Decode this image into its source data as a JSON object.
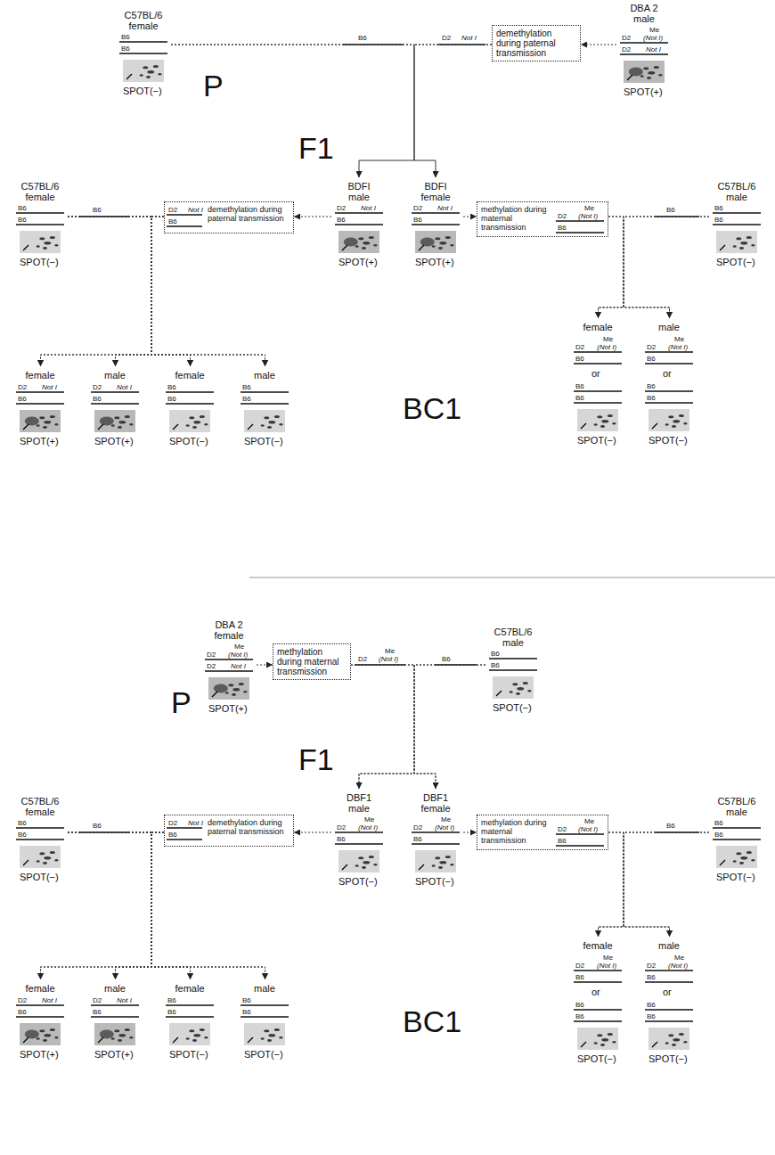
{
  "diagram": {
    "nodes": [
      {
        "text": [
          "C57BL/6 female",
          "B6",
          "B6",
          "SPOT(−)"
        ]
      },
      {
        "text": [
          "demethylation during paternal transmission"
        ]
      },
      {
        "text": [
          "DBA 2 male",
          "D2",
          "Me",
          "(Not I)",
          "D2",
          "Not I",
          "SPOT(+)"
        ]
      },
      {
        "text": [
          "C57BL/6 female",
          "B6",
          "B6",
          "SPOT(−)"
        ]
      },
      {
        "text": [
          "D2",
          "Not I",
          "B6",
          "demethylation during paternal transmission"
        ]
      },
      {
        "text": [
          "BDFI male",
          "D2",
          "Not I",
          "B6",
          "SPOT(+)"
        ]
      },
      {
        "text": [
          "BDFI female",
          "D2",
          "Not I",
          "B6",
          "SPOT(+)"
        ]
      },
      {
        "text": [
          "methylation during maternal transmission",
          "D2",
          "Me",
          "(Not I)",
          "B6"
        ]
      },
      {
        "text": [
          "C57BL/6 male",
          "B6",
          "B6",
          "SPOT(−)"
        ]
      },
      {
        "text": [
          "female",
          "D2",
          "Not I",
          "B6",
          "SPOT(+)"
        ]
      },
      {
        "text": [
          "male",
          "D2",
          "Not I",
          "B6",
          "SPOT(+)"
        ]
      },
      {
        "text": [
          "female",
          "B6",
          "B6",
          "SPOT(−)"
        ]
      },
      {
        "text": [
          "male",
          "B6",
          "B6",
          "SPOT(−)"
        ]
      },
      {
        "text": [
          "female",
          "D2",
          "Me",
          "(Not I)",
          "B6",
          "or",
          "B6",
          "B6",
          "SPOT(−)"
        ]
      },
      {
        "text": [
          "male",
          "D2",
          "Me",
          "(Not I)",
          "B6",
          "or",
          "B6",
          "B6",
          "SPOT(−)"
        ]
      },
      {
        "text": [
          "DBA 2 female",
          "D2",
          "Me",
          "(Not I)",
          "D2",
          "Not I",
          "SPOT(+)"
        ]
      },
      {
        "text": [
          "methylation during maternal transmission"
        ]
      },
      {
        "text": [
          "C57BL/6 male",
          "B6",
          "B6",
          "SPOT(−)"
        ]
      },
      {
        "text": [
          "C57BL/6 female",
          "B6",
          "B6",
          "SPOT(−)"
        ]
      },
      {
        "text": [
          "D2",
          "Not I",
          "B6",
          "demethylation during paternal transmission"
        ]
      },
      {
        "text": [
          "DBF1 male",
          "D2",
          "Me",
          "(Not I)",
          "B6",
          "SPOT(−)"
        ]
      },
      {
        "text": [
          "DBF1 female",
          "D2",
          "Me",
          "(Not I)",
          "B6",
          "SPOT(−)"
        ]
      },
      {
        "text": [
          "methylation during maternal transmission",
          "D2",
          "Me",
          "(Not I)",
          "B6"
        ]
      },
      {
        "text": [
          "C57BL/6 male",
          "B6",
          "B6",
          "SPOT(−)"
        ]
      },
      {
        "text": [
          "female",
          "D2",
          "Not I",
          "B6",
          "SPOT(+)"
        ]
      },
      {
        "text": [
          "male",
          "D2",
          "Not I",
          "B6",
          "SPOT(+)"
        ]
      },
      {
        "text": [
          "female",
          "B6",
          "B6",
          "SPOT(−)"
        ]
      },
      {
        "text": [
          "male",
          "B6",
          "B6",
          "SPOT(−)"
        ]
      },
      {
        "text": [
          "female",
          "D2",
          "Me",
          "(Not I)",
          "B6",
          "or",
          "B6",
          "B6",
          "SPOT(−)"
        ]
      },
      {
        "text": [
          "male",
          "D2",
          "Me",
          "(Not I)",
          "B6",
          "or",
          "B6",
          "B6",
          "SPOT(−)"
        ]
      }
    ],
    "edges": [
      {
        "from": 0,
        "to": 5,
        "arrow": "to"
      },
      {
        "from": 0,
        "to": 6,
        "arrow": "to"
      },
      {
        "from": 1,
        "to": 5,
        "arrow": "to"
      },
      {
        "from": 1,
        "to": 6,
        "arrow": "to"
      },
      {
        "from": 2,
        "to": 1,
        "arrow": "to"
      },
      {
        "from": 5,
        "to": 4,
        "arrow": "to"
      },
      {
        "from": 3,
        "to": 9,
        "arrow": "to"
      },
      {
        "from": 3,
        "to": 10,
        "arrow": "to"
      },
      {
        "from": 3,
        "to": 11,
        "arrow": "to"
      },
      {
        "from": 3,
        "to": 12,
        "arrow": "to"
      },
      {
        "from": 4,
        "to": 9,
        "arrow": "to"
      },
      {
        "from": 4,
        "to": 10,
        "arrow": "to"
      },
      {
        "from": 4,
        "to": 11,
        "arrow": "to"
      },
      {
        "from": 4,
        "to": 12,
        "arrow": "to"
      },
      {
        "from": 6,
        "to": 7,
        "arrow": "to"
      },
      {
        "from": 7,
        "to": 13,
        "arrow": "to"
      },
      {
        "from": 7,
        "to": 14,
        "arrow": "to"
      },
      {
        "from": 8,
        "to": 13,
        "arrow": "to"
      },
      {
        "from": 8,
        "to": 14,
        "arrow": "to"
      },
      {
        "from": 15,
        "to": 16,
        "arrow": "to"
      },
      {
        "from": 16,
        "to": 20,
        "arrow": "to"
      },
      {
        "from": 16,
        "to": 21,
        "arrow": "to"
      },
      {
        "from": 17,
        "to": 20,
        "arrow": "to"
      },
      {
        "from": 17,
        "to": 21,
        "arrow": "to"
      },
      {
        "from": 20,
        "to": 19,
        "arrow": "to"
      },
      {
        "from": 18,
        "to": 24,
        "arrow": "to"
      },
      {
        "from": 18,
        "to": 25,
        "arrow": "to"
      },
      {
        "from": 18,
        "to": 26,
        "arrow": "to"
      },
      {
        "from": 18,
        "to": 27,
        "arrow": "to"
      },
      {
        "from": 19,
        "to": 24,
        "arrow": "to"
      },
      {
        "from": 19,
        "to": 25,
        "arrow": "to"
      },
      {
        "from": 19,
        "to": 26,
        "arrow": "to"
      },
      {
        "from": 19,
        "to": 27,
        "arrow": "to"
      },
      {
        "from": 21,
        "to": 22,
        "arrow": "to"
      },
      {
        "from": 22,
        "to": 28,
        "arrow": "to"
      },
      {
        "from": 22,
        "to": 29,
        "arrow": "to"
      },
      {
        "from": 23,
        "to": 28,
        "arrow": "to"
      },
      {
        "from": 23,
        "to": 29,
        "arrow": "to"
      }
    ],
    "labels": [
      "P",
      "B6",
      "D2",
      "Not I",
      "F1",
      "B6",
      "B6",
      "BC1",
      "P",
      "D2",
      "Me",
      "(Not I)",
      "B6",
      "F1",
      "B6",
      "B6",
      "BC1"
    ]
  }
}
